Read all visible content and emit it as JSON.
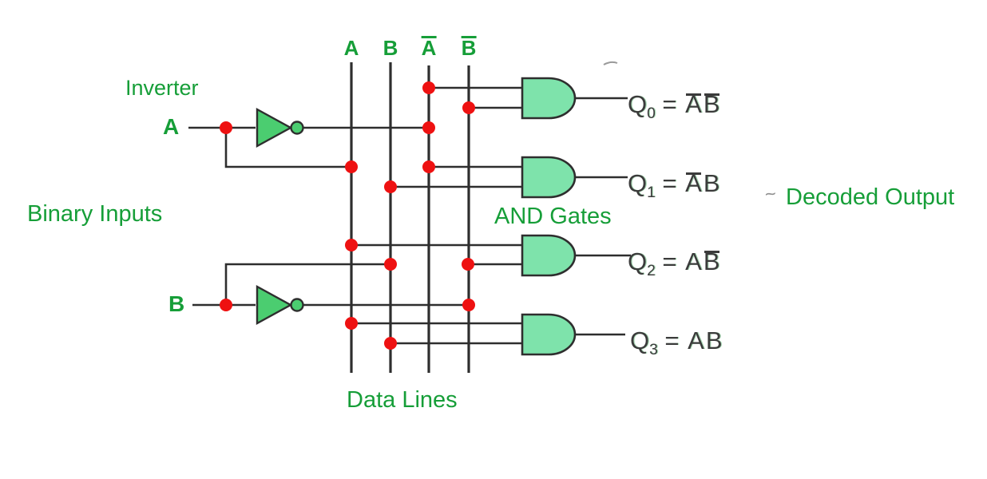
{
  "figure": {
    "labels": {
      "inverter": "Inverter",
      "binary_inputs": "Binary Inputs",
      "and_gates": "AND Gates",
      "data_lines": "Data Lines",
      "decoded_output": "Decoded Output"
    },
    "inputs": [
      {
        "label": "A"
      },
      {
        "label": "B"
      }
    ],
    "data_line_labels": [
      {
        "v": "A",
        "bar": false
      },
      {
        "v": "B",
        "bar": false
      },
      {
        "v": "A",
        "bar": true
      },
      {
        "v": "B",
        "bar": true
      }
    ],
    "outputs": [
      {
        "q": "Q",
        "sub": "0",
        "eq": "=",
        "terms": [
          {
            "v": "A",
            "bar": true
          },
          {
            "v": "B",
            "bar": true
          }
        ]
      },
      {
        "q": "Q",
        "sub": "1",
        "eq": "=",
        "terms": [
          {
            "v": "A",
            "bar": true
          },
          {
            "v": "B",
            "bar": false
          }
        ]
      },
      {
        "q": "Q",
        "sub": "2",
        "eq": "=",
        "terms": [
          {
            "v": "A",
            "bar": false
          },
          {
            "v": "B",
            "bar": true
          }
        ]
      },
      {
        "q": "Q",
        "sub": "3",
        "eq": "=",
        "terms": [
          {
            "v": "A",
            "bar": false
          },
          {
            "v": "B",
            "bar": false
          }
        ]
      }
    ],
    "artifact_mark": "~",
    "colors": {
      "accent_green": "#169e38",
      "gate_fill": "#7ee3ab",
      "inverter_fill": "#4bcd70",
      "wire": "#2e2e2e",
      "dot_red": "#ee1111",
      "expression_text": "#3b3b3b"
    }
  }
}
